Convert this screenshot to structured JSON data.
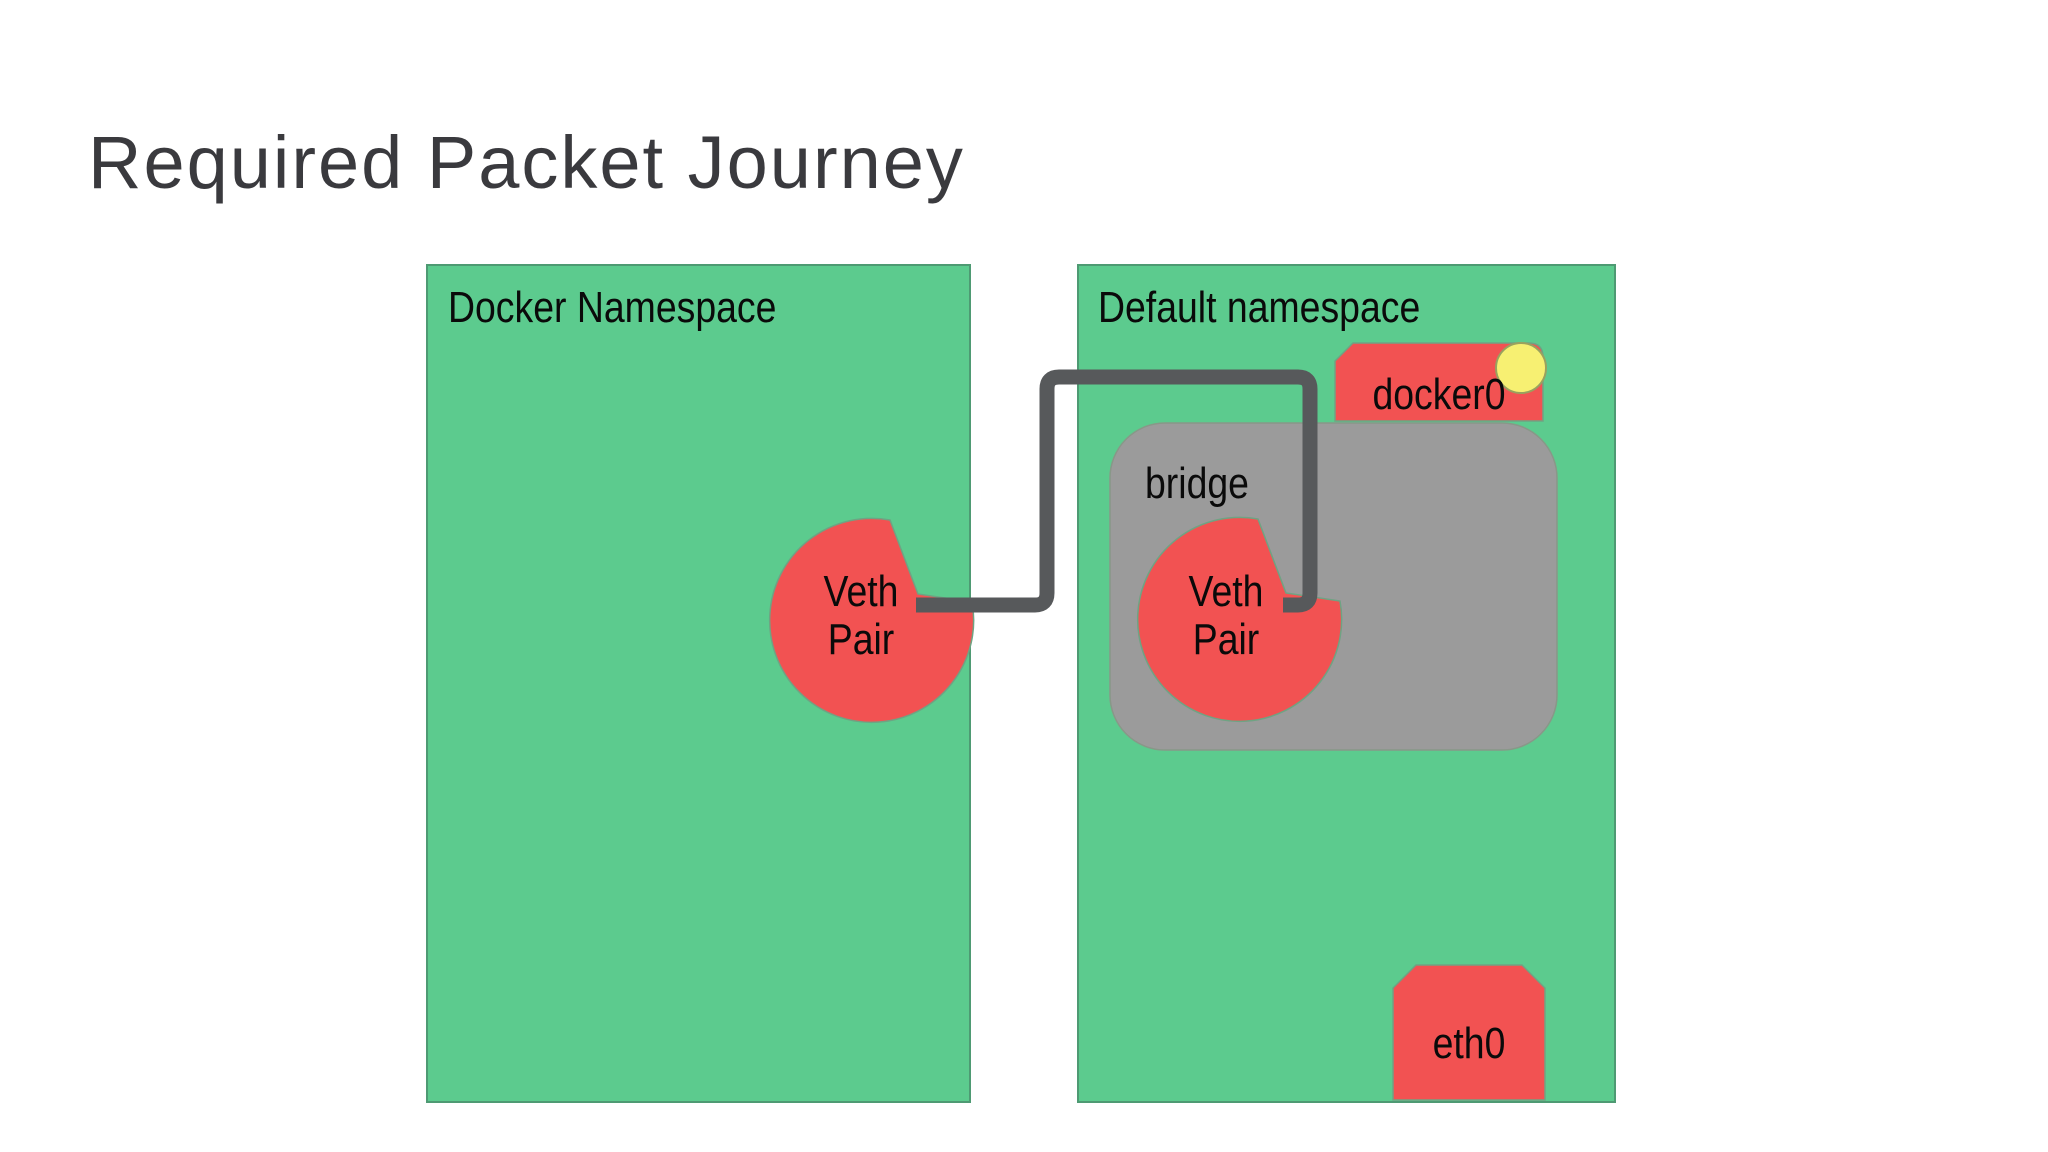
{
  "slide": {
    "title": "Required Packet Journey"
  },
  "colors": {
    "background": "#FFFFFF",
    "title_text": "#3A3A3E",
    "label_text": "#0A0A0A",
    "namespace_fill": "#5CCB8E",
    "namespace_border": "#4E9A73",
    "interface_fill": "#F25252",
    "interface_border": "#6FA383",
    "bridge_fill": "#9B9B9B",
    "bridge_border": "#889888",
    "connector": "#57595B",
    "port_dot_fill": "#F7F072",
    "port_dot_border": "#9AA15E"
  },
  "diagram": {
    "docker_namespace": {
      "label": "Docker Namespace",
      "veth": {
        "label": "Veth\nPair"
      }
    },
    "default_namespace": {
      "label": "Default namespace",
      "docker0": {
        "label": "docker0"
      },
      "bridge": {
        "label": "bridge",
        "veth": {
          "label": "Veth\nPair"
        }
      },
      "eth0": {
        "label": "eth0"
      }
    }
  }
}
